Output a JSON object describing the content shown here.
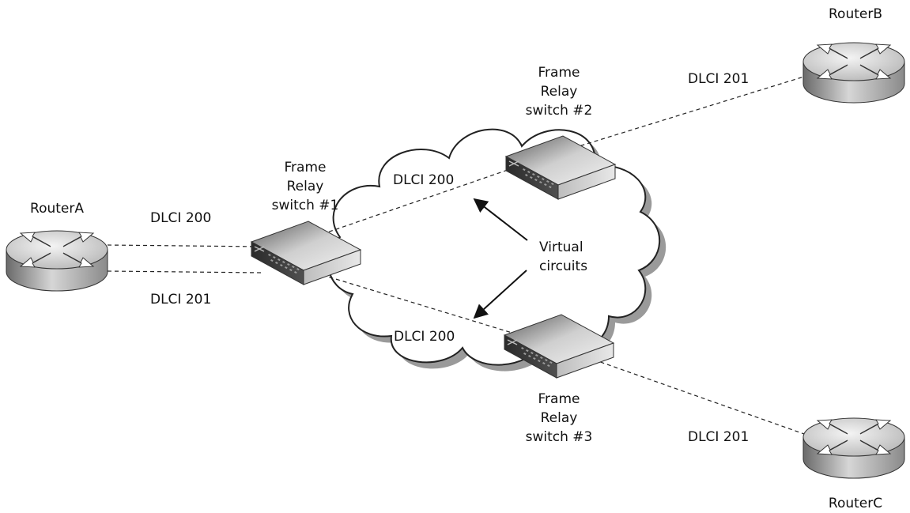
{
  "routers": {
    "a": {
      "name": "RouterA"
    },
    "b": {
      "name": "RouterB"
    },
    "c": {
      "name": "RouterC"
    }
  },
  "switches": {
    "s1": {
      "lines": [
        "Frame",
        "Relay",
        "switch #1"
      ]
    },
    "s2": {
      "lines": [
        "Frame",
        "Relay",
        "switch #2"
      ]
    },
    "s3": {
      "lines": [
        "Frame",
        "Relay",
        "switch #3"
      ]
    }
  },
  "dlci": {
    "routerA_top": "DLCI 200",
    "routerA_bottom": "DLCI 201",
    "cloud_top": "DLCI 200",
    "cloud_bottom": "DLCI 200",
    "routerB": "DLCI 201",
    "routerC": "DLCI 201"
  },
  "annotation": {
    "lines": [
      "Virtual",
      "circuits"
    ]
  },
  "colors": {
    "line": "#222222",
    "shadow": "#999999",
    "cloud_fill": "#ffffff"
  },
  "icons": {
    "router": "router-icon",
    "switch": "frame-relay-switch-icon",
    "cloud": "frame-relay-cloud"
  }
}
